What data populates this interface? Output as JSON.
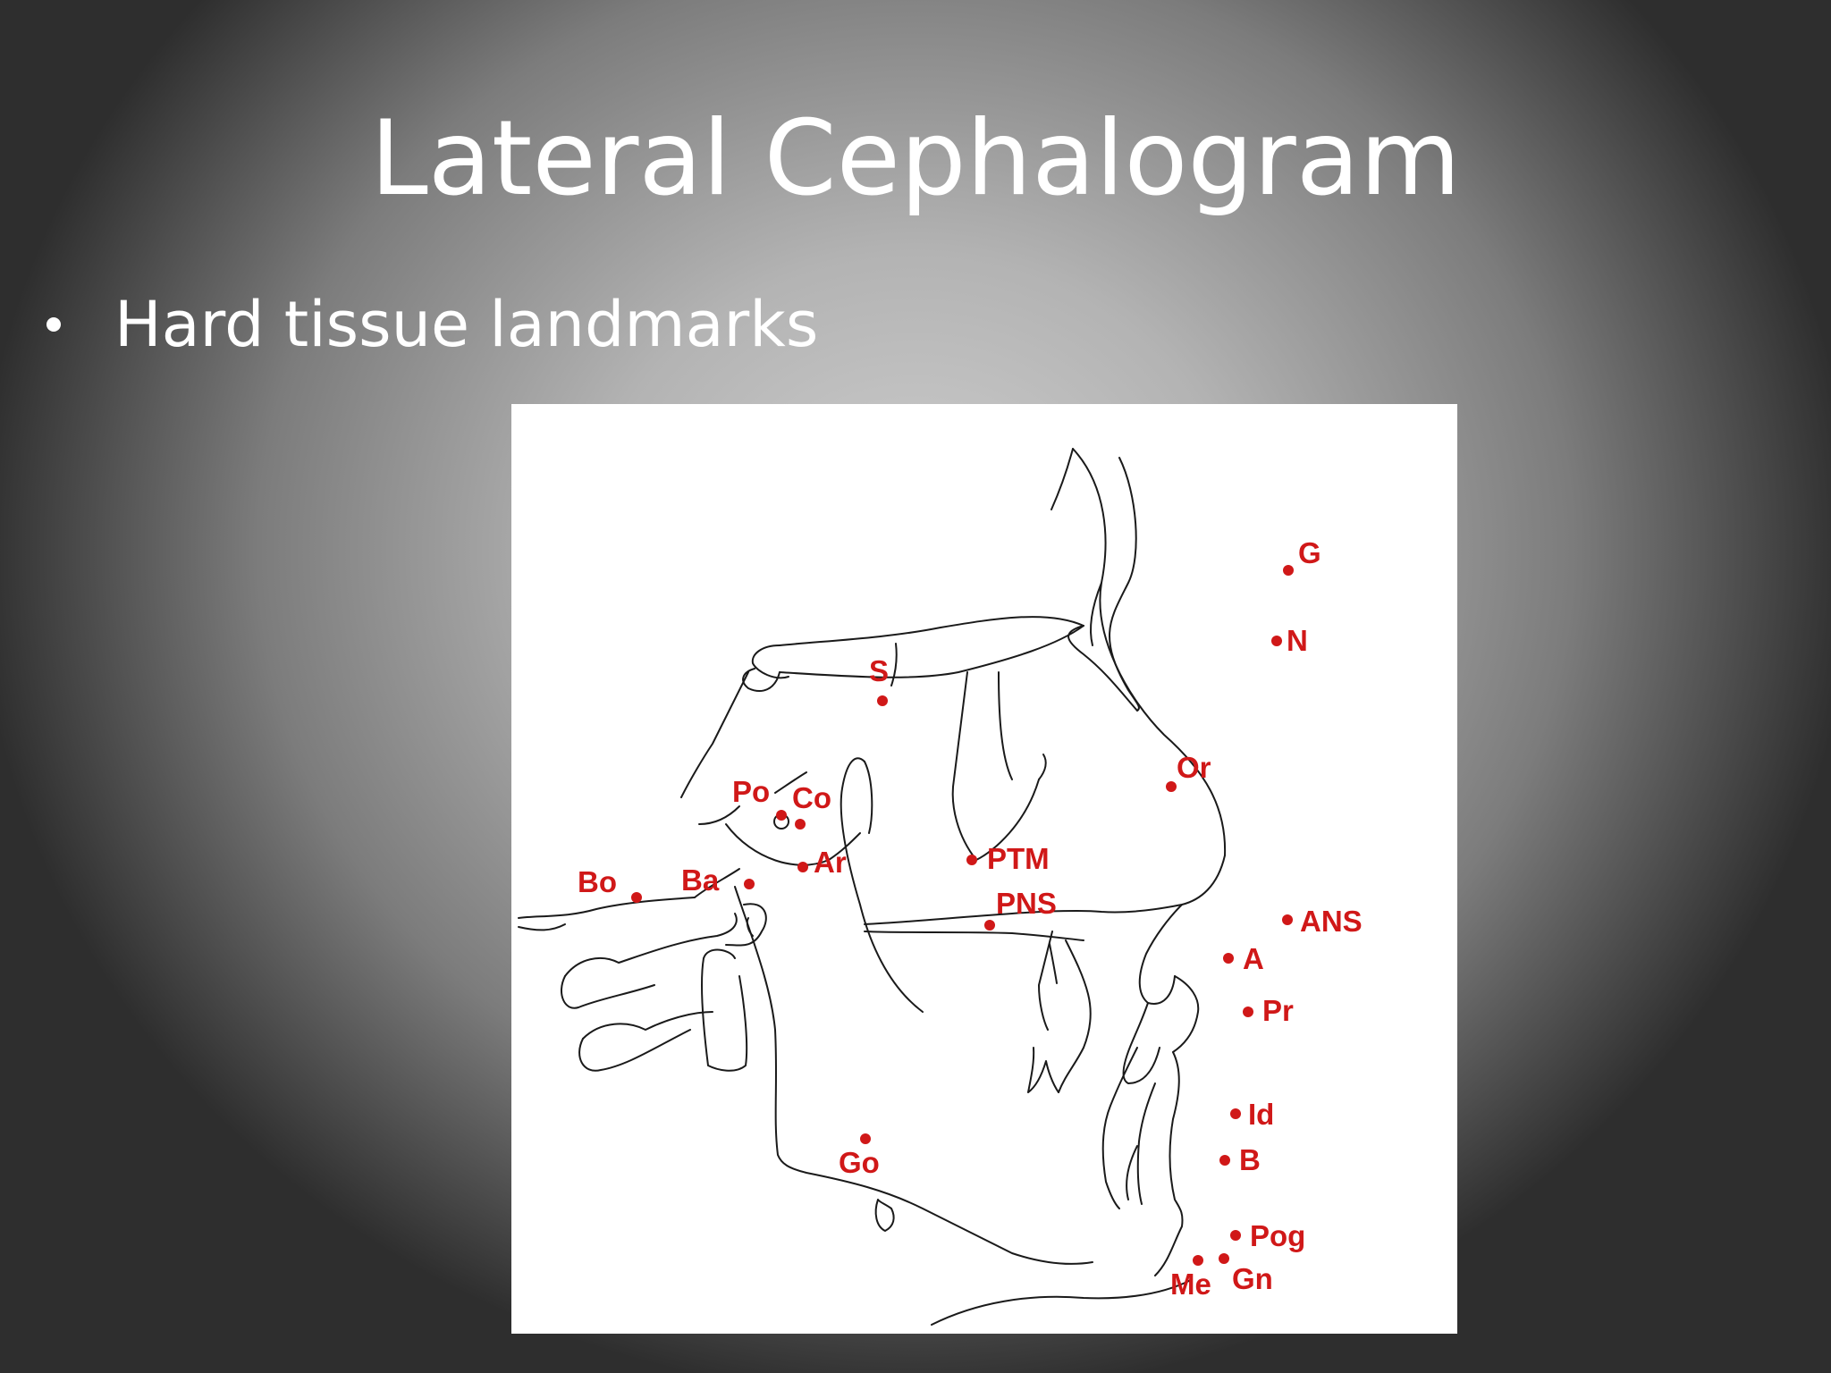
{
  "slide": {
    "title": "Lateral Cephalogram",
    "bullet": "Hard tissue landmarks"
  },
  "figure": {
    "accent_color": "#d01818",
    "landmarks": [
      {
        "label": "G"
      },
      {
        "label": "N"
      },
      {
        "label": "S"
      },
      {
        "label": "Or"
      },
      {
        "label": "Po"
      },
      {
        "label": "Co"
      },
      {
        "label": "Ar"
      },
      {
        "label": "Ba"
      },
      {
        "label": "Bo"
      },
      {
        "label": "PTM"
      },
      {
        "label": "PNS"
      },
      {
        "label": "ANS"
      },
      {
        "label": "A"
      },
      {
        "label": "Pr"
      },
      {
        "label": "Id"
      },
      {
        "label": "B"
      },
      {
        "label": "Pog"
      },
      {
        "label": "Gn"
      },
      {
        "label": "Me"
      },
      {
        "label": "Go"
      }
    ]
  }
}
